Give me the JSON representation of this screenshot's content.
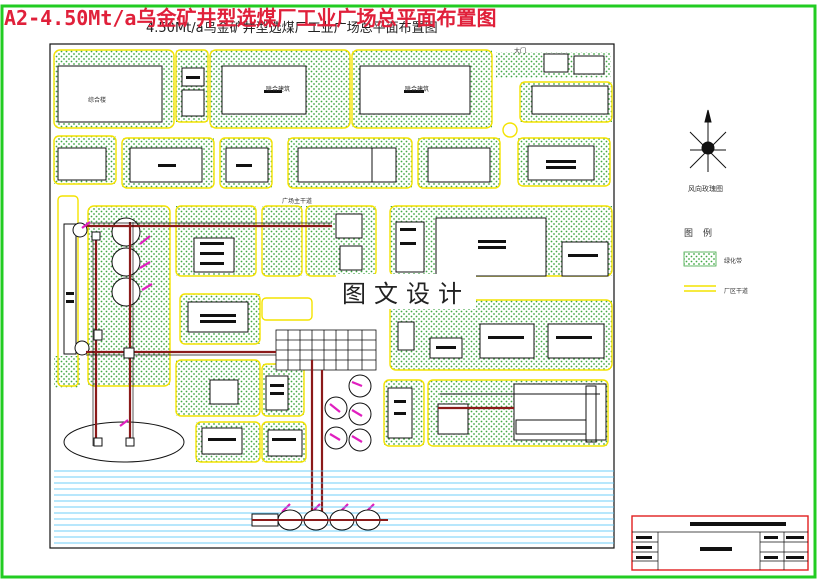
{
  "title_red": "A2-4.50Mt/a乌金矿井型选煤厂工业广场总平面布置图",
  "title_black": "4.50Mt/a乌金矿井型选煤厂工业广场总平面布置图",
  "watermark": "图文设计",
  "compass_label": "风向玫瑰图",
  "legend": {
    "title": "图例",
    "items": [
      "绿化带",
      "厂区干道"
    ]
  },
  "labels": {
    "b1": "综合楼",
    "b2": "",
    "b3": "联合建筑",
    "b4": "联合建筑",
    "gate": "大门",
    "b5": "",
    "b6": "",
    "b7": "",
    "b8": "",
    "b9": "",
    "b10": "",
    "b11": "",
    "b12": "",
    "b13": "",
    "gate2": "",
    "road": "广场主干道",
    "b14": "",
    "b15": ""
  },
  "colors": {
    "border": "#22cc22",
    "title_red": "#e0203a",
    "green_belt": "#3fa845",
    "road": "#f4e300",
    "conveyor": "#8b1a1a",
    "accent": "#e01fbf",
    "water": "#4fc3f7"
  }
}
